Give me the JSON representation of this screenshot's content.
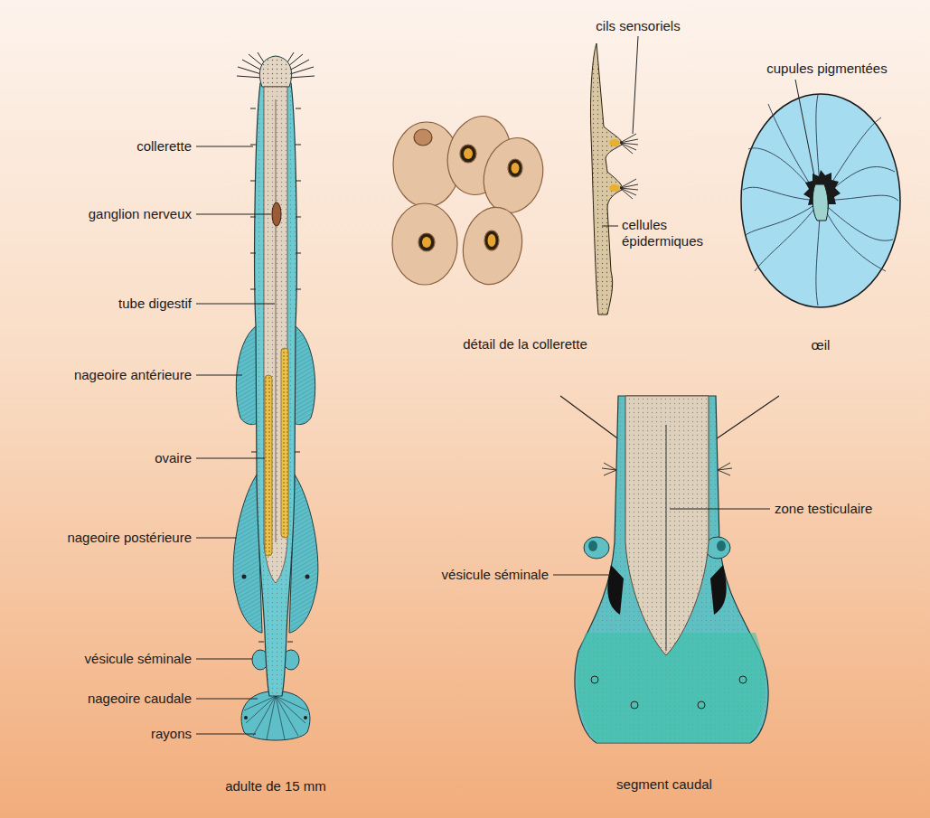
{
  "diagram": {
    "labels": [
      "collerette",
      "ganglion nerveux",
      "tube digestif",
      "nageoire antérieure",
      "ovaire",
      "nageoire postérieure",
      "vésicule séminale",
      "nageoire caudale",
      "rayons",
      "adulte de 15 mm",
      "cils sensoriels",
      "cellules épidermiques",
      "détail de la collerette",
      "cupules pigmentées",
      "œil",
      "zone testiculaire",
      "vésicule séminale",
      "segment caudal"
    ]
  }
}
